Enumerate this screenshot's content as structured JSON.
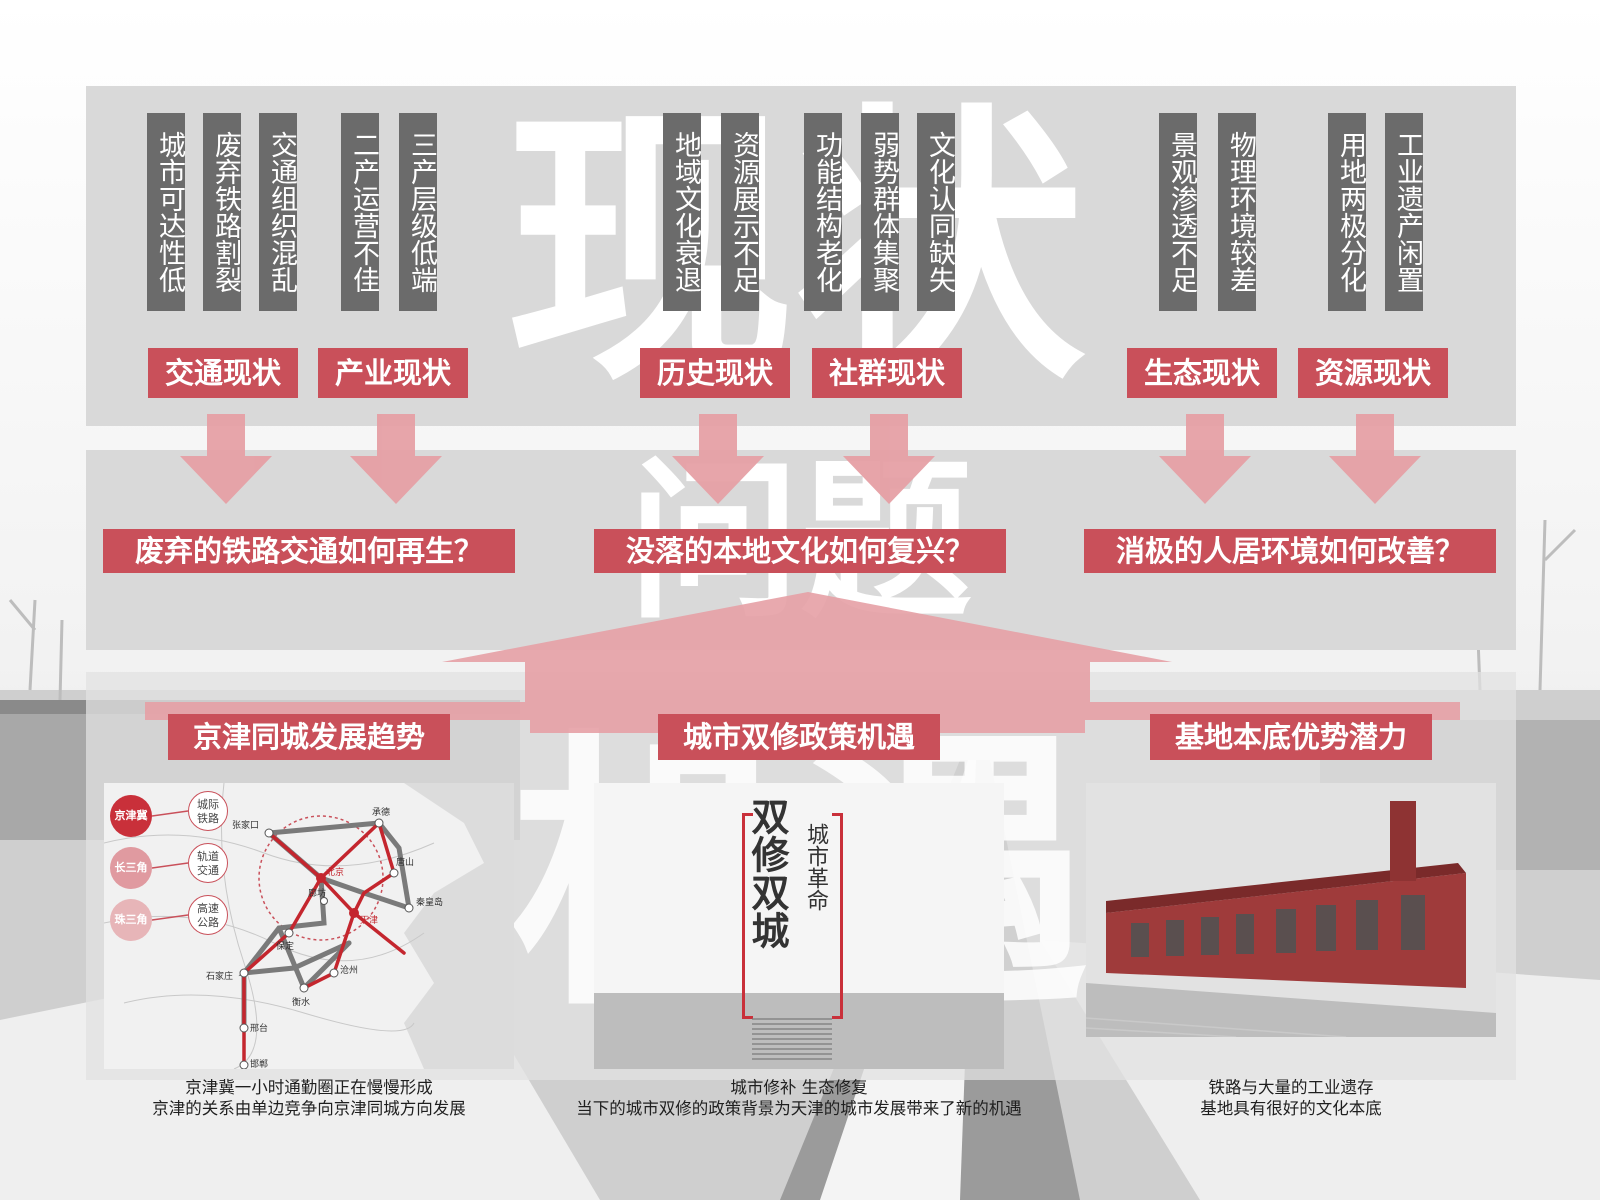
{
  "big_labels": {
    "status": "现状",
    "problem": "问题",
    "opportunity": "机遇"
  },
  "status_items": [
    "城市可达性低",
    "废弃铁路割裂",
    "交通组织混乱",
    "二产运营不佳",
    "三产层级低端",
    "地域文化衰退",
    "资源展示不足",
    "功能结构老化",
    "弱势群体集聚",
    "文化认同缺失",
    "景观渗透不足",
    "物理环境较差",
    "用地两极分化",
    "工业遗产闲置"
  ],
  "categories": [
    "交通现状",
    "产业现状",
    "历史现状",
    "社群现状",
    "生态现状",
    "资源现状"
  ],
  "questions": [
    "废弃的铁路交通如何再生？",
    "没落的本地文化如何复兴？",
    "消极的人居环境如何改善？"
  ],
  "opportunities": [
    "京津同城发展趋势",
    "城市双修政策机遇",
    "基地本底优势潜力"
  ],
  "map": {
    "legend": [
      {
        "key": "京津冀",
        "desc": "城际\n铁路"
      },
      {
        "key": "长三角",
        "desc": "轨道\n交通"
      },
      {
        "key": "珠三角",
        "desc": "高速\n公路"
      }
    ],
    "cities": [
      "张家口",
      "承德",
      "北京",
      "唐山",
      "秦皇岛",
      "廊坊",
      "天津",
      "保定",
      "沧州",
      "石家庄",
      "衡水",
      "邢台",
      "邯郸"
    ]
  },
  "poster": {
    "title": "双修双城",
    "subtitle": "城市革命"
  },
  "captions": [
    {
      "line1": "京津冀一小时通勤圈正在慢慢形成",
      "line2": "京津的关系由单边竞争向京津同城方向发展"
    },
    {
      "line1": "城市修补 生态修复",
      "line2": "当下的城市双修的政策背景为天津的城市发展带来了新的机遇"
    },
    {
      "line1": "铁路与大量的工业遗存",
      "line2": "基地具有很好的文化本底"
    }
  ],
  "colors": {
    "accent": "#c9505a",
    "arrow": "#e6a0a5",
    "panel": "#d9d9d9",
    "tag": "#6b6b6b"
  }
}
